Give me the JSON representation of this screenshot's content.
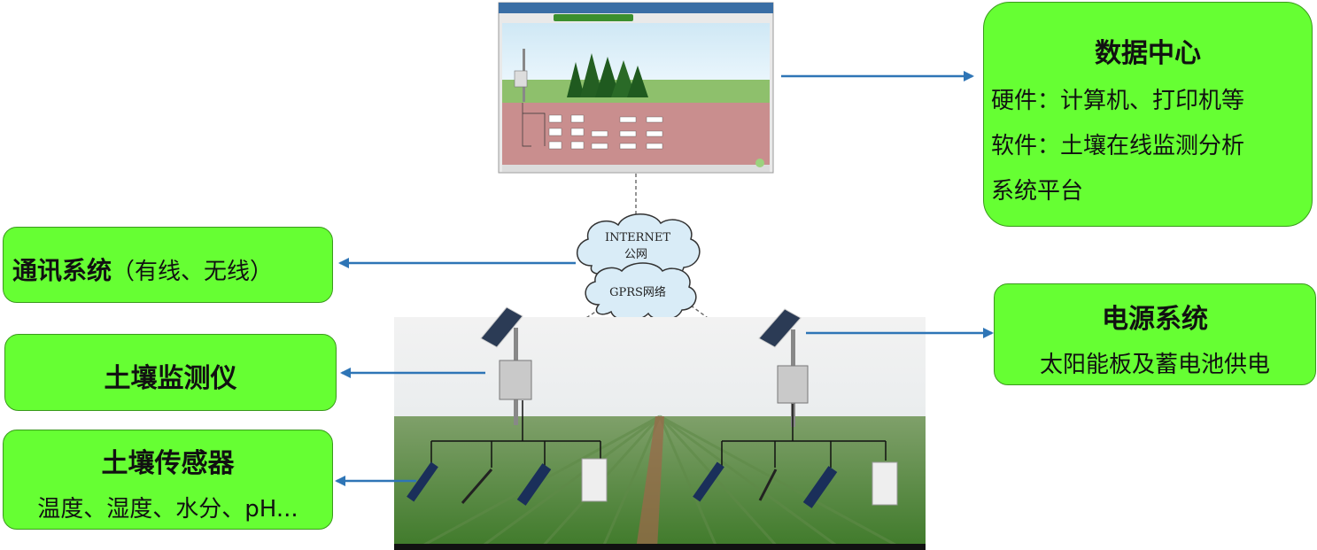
{
  "data_center": {
    "title": "数据中心",
    "hardware": "硬件：计算机、打印机等",
    "software": "软件：土壤在线监测分析",
    "software_cont": "系统平台"
  },
  "comm_system": {
    "title": "通讯系统",
    "detail": "（有线、无线）"
  },
  "soil_meter": {
    "title": "土壤监测仪"
  },
  "soil_sensor": {
    "title": "土壤传感器",
    "detail": "温度、湿度、水分、pH..."
  },
  "power_system": {
    "title": "电源系统",
    "detail": "太阳能板及蓄电池供电"
  },
  "clouds": {
    "internet": "INTERNET",
    "public_net": "公网",
    "gprs": "GPRS网络"
  },
  "colors": {
    "box_fill": "#66ff33",
    "arrow": "#2e75b6"
  }
}
